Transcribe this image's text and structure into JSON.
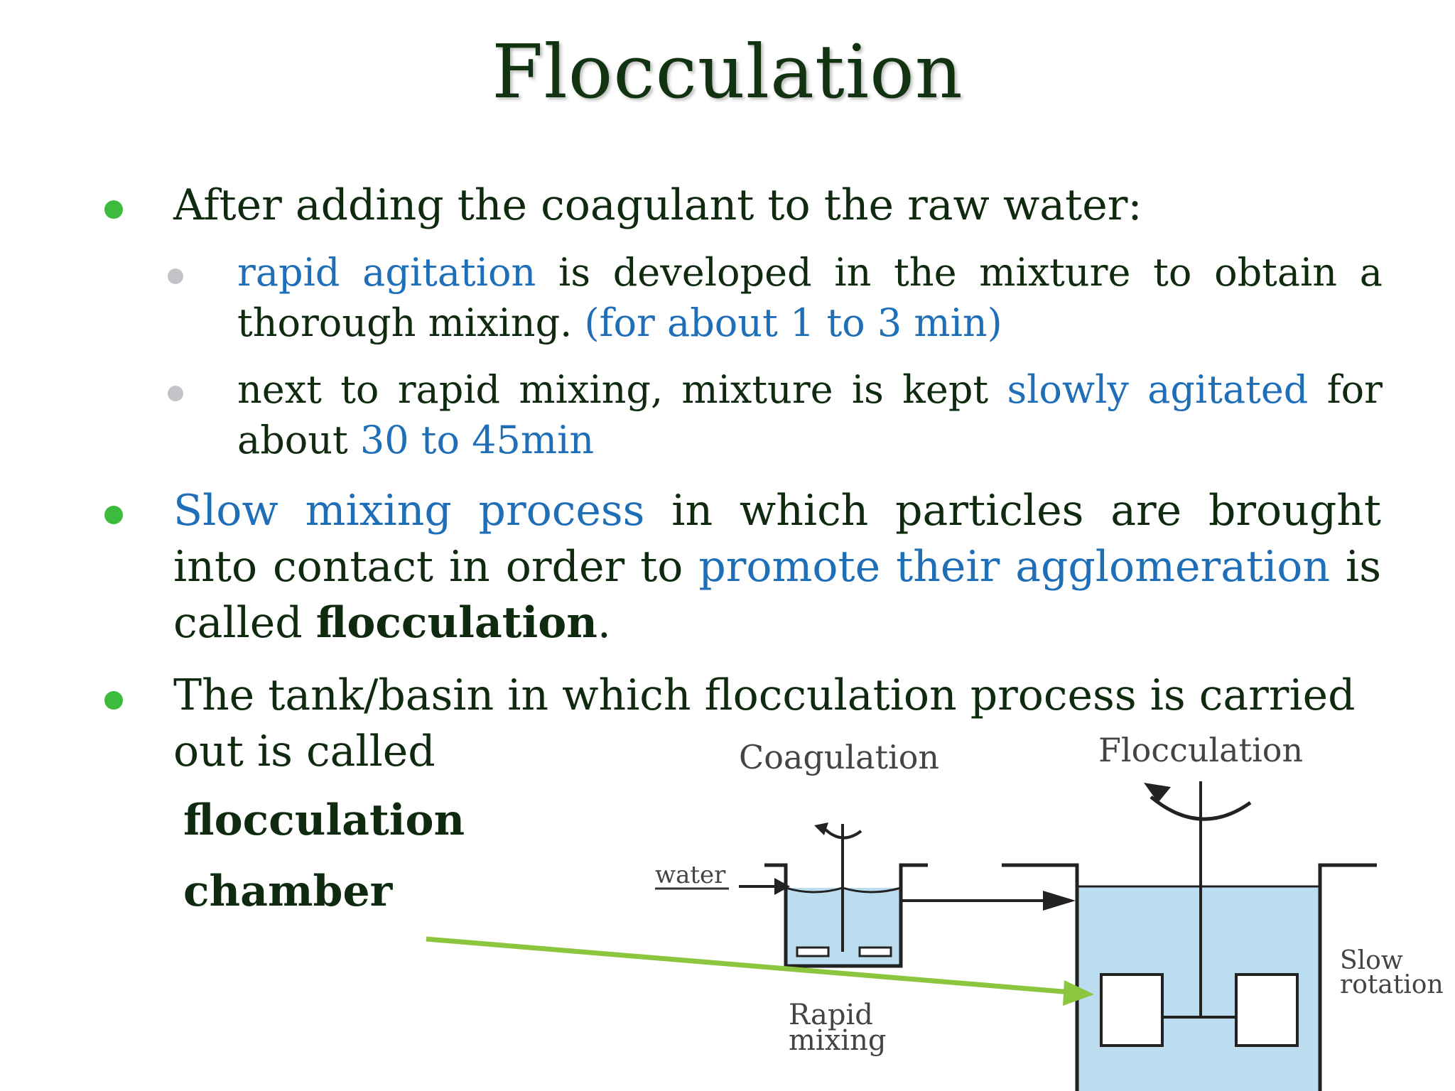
{
  "title": "Flocculation",
  "bullets": [
    {
      "segments": [
        {
          "text": "After adding the coagulant to the raw water:",
          "style": "plain"
        }
      ],
      "subbullets": [
        {
          "segments": [
            {
              "text": "rapid agitation",
              "style": "highlight"
            },
            {
              "text": " is developed in the mixture to obtain a thorough mixing. ",
              "style": "plain"
            },
            {
              "text": "(for about 1 to 3 min)",
              "style": "highlight"
            }
          ]
        },
        {
          "segments": [
            {
              "text": "next to rapid mixing, mixture is kept ",
              "style": "plain"
            },
            {
              "text": "slowly agitated",
              "style": "highlight"
            },
            {
              "text": " for about ",
              "style": "plain"
            },
            {
              "text": "30 to 45min",
              "style": "highlight"
            }
          ]
        }
      ]
    },
    {
      "segments": [
        {
          "text": "Slow mixing process",
          "style": "highlight"
        },
        {
          "text": " in which particles are brought into contact in order to ",
          "style": "plain"
        },
        {
          "text": "promote their agglomeration",
          "style": "highlight"
        },
        {
          "text": " is called ",
          "style": "plain"
        },
        {
          "text": "flocculation",
          "style": "bold"
        },
        {
          "text": ".",
          "style": "plain"
        }
      ]
    },
    {
      "segments": [
        {
          "text": "The tank/basin in which flocculation process is carried out is called",
          "style": "plain"
        }
      ]
    }
  ],
  "term_lines": [
    "flocculation",
    "chamber"
  ],
  "diagram": {
    "coagulation_label": "Coagulation",
    "flocculation_label": "Flocculation",
    "water_label": "water",
    "rapid_label_line1": "Rapid",
    "rapid_label_line2": "mixing",
    "slow_label_line1": "Slow",
    "slow_label_line2": "rotation"
  },
  "colors": {
    "bullet": "#3dbb3d",
    "subbullet": "#c4c4c8",
    "highlight": "#1f6fb8",
    "text": "#0f2a0f",
    "tank_water": "#bcdcf0",
    "pointer_arrow": "#8cc63f"
  }
}
